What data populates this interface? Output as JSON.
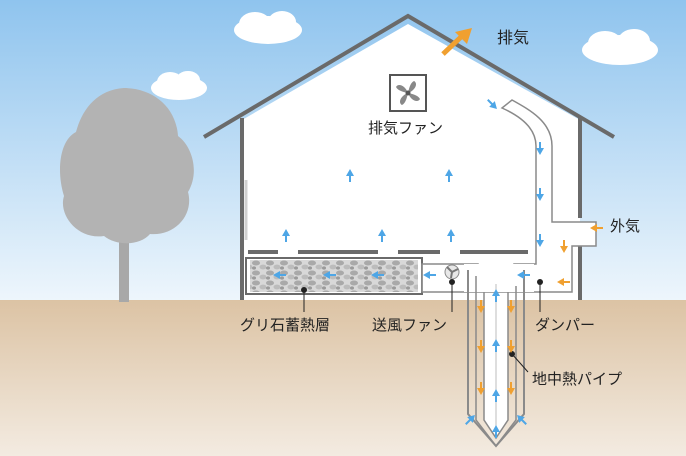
{
  "labels": {
    "exhaust": "排気",
    "exhaust_fan": "排気ファン",
    "outside_air": "外気",
    "gravel_storage": "グリ石蓄熱層",
    "supply_fan": "送風ファン",
    "damper": "ダンパー",
    "geothermal_pipe": "地中熱パイプ"
  },
  "colors": {
    "sky_top": "#8fc4ee",
    "ground": "#d8c0a2",
    "wall": "#6a6a6a",
    "cool_arrow": "#4ea6e6",
    "warm_arrow": "#f0a030",
    "tree": "#b3b3b3"
  }
}
